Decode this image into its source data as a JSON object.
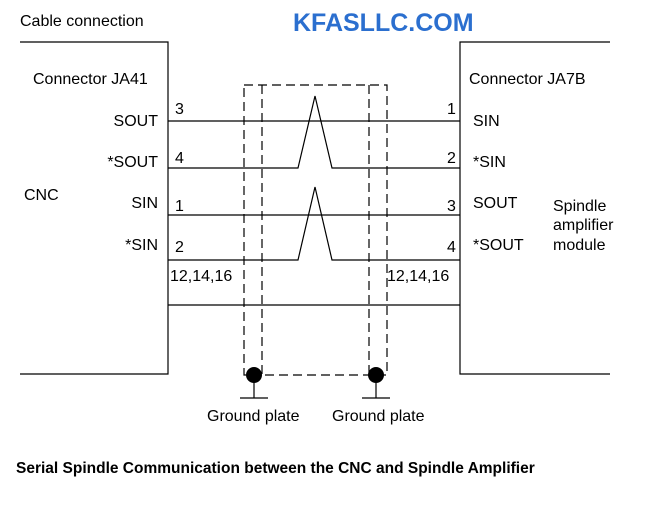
{
  "header": {
    "title": "Cable connection",
    "brand": "KFASLLC.COM"
  },
  "left": {
    "connector": "Connector JA41",
    "device": "CNC",
    "signals": [
      "SOUT",
      "*SOUT",
      "SIN",
      "*SIN"
    ],
    "pins": [
      "3",
      "4",
      "1",
      "2"
    ],
    "ground_pins": "12,14,16"
  },
  "right": {
    "connector": "Connector JA7B",
    "device_lines": [
      "Spindle",
      "amplifier",
      "module"
    ],
    "signals": [
      "SIN",
      "*SIN",
      "SOUT",
      "*SOUT"
    ],
    "pins": [
      "1",
      "2",
      "3",
      "4"
    ],
    "ground_pins": "12,14,16"
  },
  "ground": {
    "left_label": "Ground plate",
    "right_label": "Ground plate"
  },
  "caption": "Serial Spindle Communication between the CNC and Spindle Amplifier"
}
